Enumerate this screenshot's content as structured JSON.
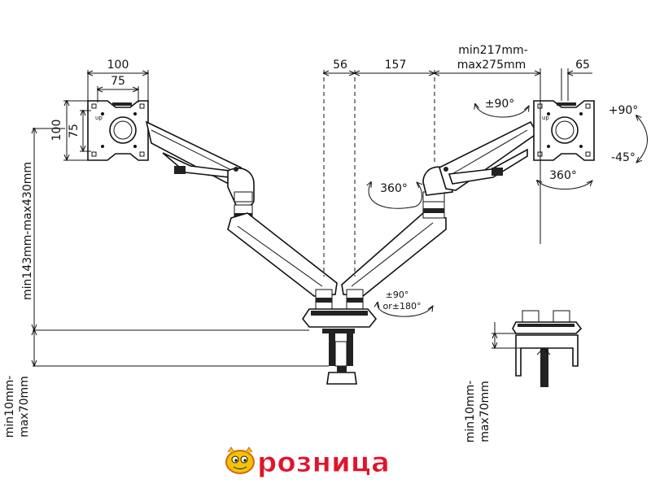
{
  "dimensions": {
    "vesa_outer_h": "100",
    "vesa_inner_h": "75",
    "vesa_outer_v": "100",
    "vesa_inner_v": "75",
    "top_56": "56",
    "top_157": "157",
    "arm_length_line1": "min217mm-",
    "arm_length_line2": "max275mm",
    "top_65": "65",
    "height_range": "min143mm-max430mm",
    "desk_line1": "min10mm-",
    "desk_line2": "max70mm",
    "desk2_line1": "min10mm-",
    "desk2_line2": "max70mm"
  },
  "rotations": {
    "tilt_90": "±90°",
    "tilt_up": "+90°",
    "tilt_down": "-45°",
    "swivel_right": "360°",
    "swivel_mid": "360°",
    "base_line1": "±90°",
    "base_line2": "or±180°"
  },
  "plate_labels": {
    "left_up": "up",
    "right_up": "up"
  },
  "logo": {
    "text": "розница"
  }
}
